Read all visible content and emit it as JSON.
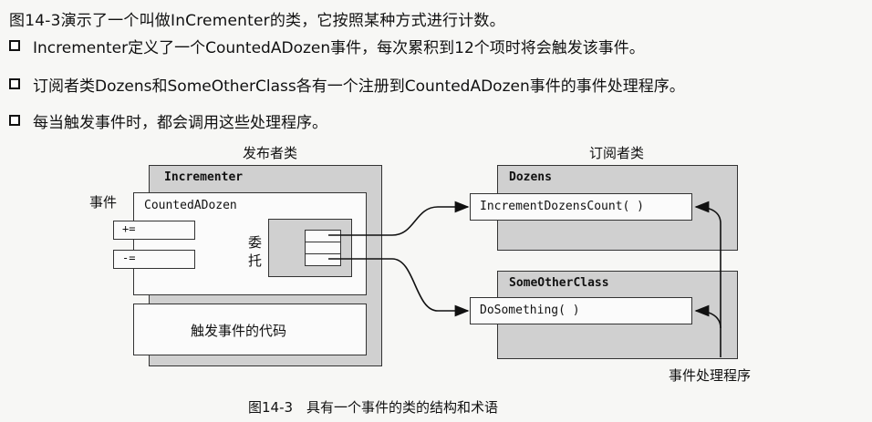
{
  "intro": "图14-3演示了一个叫做InCrementer的类，它按照某种方式进行计数。",
  "bullets": [
    "Incrementer定义了一个CountedADozen事件，每次累积到12个项时将会触发该事件。",
    "订阅者类Dozens和SomeOtherClass各有一个注册到CountedADozen事件的事件处理程序。",
    "每当触发事件时，都会调用这些处理程序。"
  ],
  "diagram": {
    "publisher_label": "发布者类",
    "subscriber_label": "订阅者类",
    "event_label": "事件",
    "publisher_class": "Incrementer",
    "event_name": "CountedADozen",
    "op_add": "+=",
    "op_remove": "-=",
    "delegate_label_1": "委",
    "delegate_label_2": "托",
    "raise_code_label": "触发事件的代码",
    "subscriber1_class": "Dozens",
    "subscriber1_method": "IncrementDozensCount( )",
    "subscriber2_class": "SomeOtherClass",
    "subscriber2_method": "DoSomething( )",
    "handler_label": "事件处理程序"
  },
  "caption": "图14-3　具有一个事件的类的结构和术语"
}
